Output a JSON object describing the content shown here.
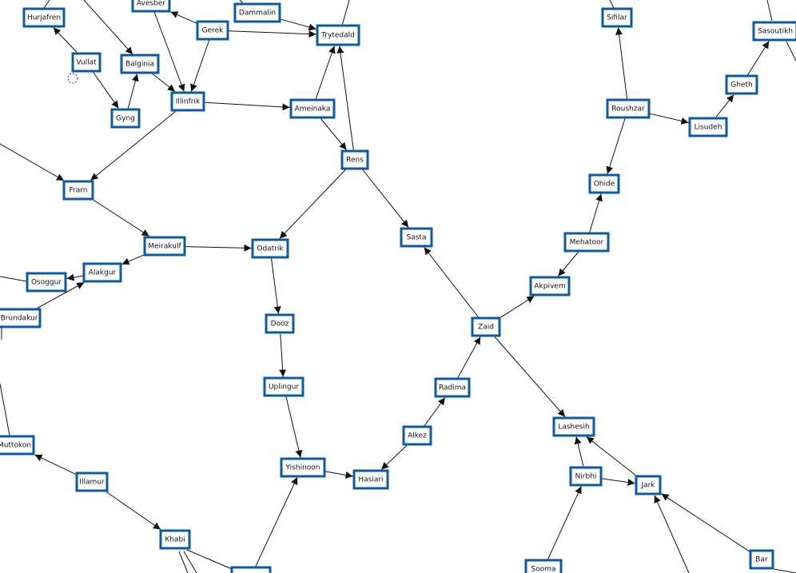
{
  "graph": {
    "colors": {
      "node_border": "#0b5aa6",
      "node_fill": "#ffffff",
      "edge": "#111111",
      "text": "#111111"
    },
    "nodes": [
      {
        "id": "hurjafren",
        "label": "Hurjafren"
      },
      {
        "id": "avesber",
        "label": "Avesber"
      },
      {
        "id": "dammalin",
        "label": "Dammalin"
      },
      {
        "id": "gerek",
        "label": "Gerek"
      },
      {
        "id": "trytedald",
        "label": "Trytedald"
      },
      {
        "id": "vullat",
        "label": "Vullat"
      },
      {
        "id": "balginia",
        "label": "Balginia"
      },
      {
        "id": "illinfrik",
        "label": "Illinfrik"
      },
      {
        "id": "ameinaka",
        "label": "Ameinaka"
      },
      {
        "id": "gyng",
        "label": "Gyng"
      },
      {
        "id": "rens",
        "label": "Rens"
      },
      {
        "id": "frarn",
        "label": "Frarn"
      },
      {
        "id": "meirakulf",
        "label": "Meirakulf"
      },
      {
        "id": "odatrik",
        "label": "Odatrik"
      },
      {
        "id": "sasta",
        "label": "Sasta"
      },
      {
        "id": "alakgur",
        "label": "Alakgur"
      },
      {
        "id": "osoggur",
        "label": "Osoggur"
      },
      {
        "id": "brundakur",
        "label": "Brundakur"
      },
      {
        "id": "dooz",
        "label": "Dooz"
      },
      {
        "id": "uplingur",
        "label": "Uplingur"
      },
      {
        "id": "yishinoon",
        "label": "Yishinoon"
      },
      {
        "id": "hasiari",
        "label": "Hasiari"
      },
      {
        "id": "alkez",
        "label": "Alkez"
      },
      {
        "id": "radima",
        "label": "Radima"
      },
      {
        "id": "zaid",
        "label": "Zaid"
      },
      {
        "id": "akpivem",
        "label": "Akpivem"
      },
      {
        "id": "mehatoor",
        "label": "Mehatoor"
      },
      {
        "id": "ohide",
        "label": "Ohide"
      },
      {
        "id": "roushzar",
        "label": "Roushzar"
      },
      {
        "id": "sifilar",
        "label": "Sifilar"
      },
      {
        "id": "lisudeh",
        "label": "Lisudeh"
      },
      {
        "id": "gheth",
        "label": "Gheth"
      },
      {
        "id": "sasoutikh",
        "label": "Sasoutikh"
      },
      {
        "id": "lashesih",
        "label": "Lashesih"
      },
      {
        "id": "nirbhi",
        "label": "Nirbhi"
      },
      {
        "id": "jark",
        "label": "Jark"
      },
      {
        "id": "sooma",
        "label": "Sooma"
      },
      {
        "id": "bar",
        "label": "Bar"
      },
      {
        "id": "muttokon",
        "label": "Muttokon"
      },
      {
        "id": "illamur",
        "label": "Illamur"
      },
      {
        "id": "khabi",
        "label": "Khabi"
      }
    ],
    "edges": [
      {
        "from": "vullat",
        "to": "hurjafren"
      },
      {
        "from": "vullat",
        "to": "gyng"
      },
      {
        "from": "gyng",
        "to": "balginia"
      },
      {
        "from": "balginia",
        "to": "illinfrik"
      },
      {
        "from": "gerek",
        "to": "avesber"
      },
      {
        "from": "avesber",
        "to": "illinfrik"
      },
      {
        "from": "gerek",
        "to": "illinfrik"
      },
      {
        "from": "gerek",
        "to": "trytedald"
      },
      {
        "from": "dammalin",
        "to": "trytedald"
      },
      {
        "from": "illinfrik",
        "to": "ameinaka"
      },
      {
        "from": "illinfrik",
        "to": "frarn"
      },
      {
        "from": "ameinaka",
        "to": "trytedald"
      },
      {
        "from": "ameinaka",
        "to": "rens"
      },
      {
        "from": "rens",
        "to": "trytedald"
      },
      {
        "from": "rens",
        "to": "odatrik"
      },
      {
        "from": "rens",
        "to": "sasta"
      },
      {
        "from": "frarn",
        "to": "meirakulf"
      },
      {
        "from": "meirakulf",
        "to": "odatrik"
      },
      {
        "from": "meirakulf",
        "to": "alakgur"
      },
      {
        "from": "alakgur",
        "to": "osoggur"
      },
      {
        "from": "brundakur",
        "to": "alakgur"
      },
      {
        "from": "odatrik",
        "to": "dooz"
      },
      {
        "from": "dooz",
        "to": "uplingur"
      },
      {
        "from": "uplingur",
        "to": "yishinoon"
      },
      {
        "from": "yishinoon",
        "to": "hasiari"
      },
      {
        "from": "alkez",
        "to": "hasiari"
      },
      {
        "from": "alkez",
        "to": "radima"
      },
      {
        "from": "radima",
        "to": "zaid"
      },
      {
        "from": "zaid",
        "to": "sasta"
      },
      {
        "from": "zaid",
        "to": "akpivem"
      },
      {
        "from": "zaid",
        "to": "lashesih"
      },
      {
        "from": "mehatoor",
        "to": "akpivem"
      },
      {
        "from": "mehatoor",
        "to": "ohide"
      },
      {
        "from": "roushzar",
        "to": "ohide"
      },
      {
        "from": "roushzar",
        "to": "sifilar"
      },
      {
        "from": "roushzar",
        "to": "lisudeh"
      },
      {
        "from": "lisudeh",
        "to": "gheth"
      },
      {
        "from": "gheth",
        "to": "sasoutikh"
      },
      {
        "from": "nirbhi",
        "to": "lashesih"
      },
      {
        "from": "jark",
        "to": "lashesih"
      },
      {
        "from": "nirbhi",
        "to": "jark"
      },
      {
        "from": "sooma",
        "to": "nirbhi"
      },
      {
        "from": "bar",
        "to": "jark"
      },
      {
        "from": "illamur",
        "to": "muttokon"
      },
      {
        "from": "illamur",
        "to": "khabi"
      }
    ]
  }
}
